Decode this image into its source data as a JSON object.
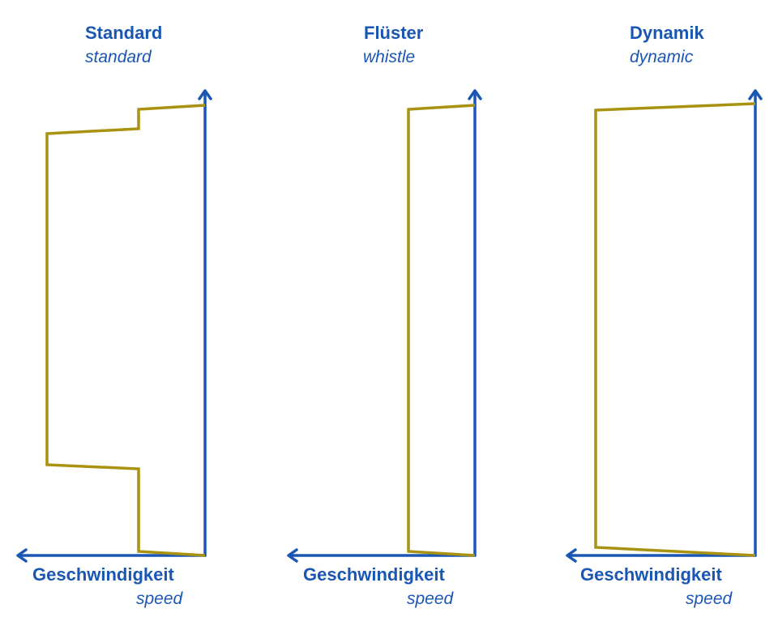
{
  "panels": [
    {
      "title": "Standard",
      "subtitle": "standard",
      "axis_label": "Geschwindigkeit",
      "axis_label_sub": "speed"
    },
    {
      "title": "Flüster",
      "subtitle": "whistle",
      "axis_label": "Geschwindigkeit",
      "axis_label_sub": "speed"
    },
    {
      "title": "Dynamik",
      "subtitle": "dynamic",
      "axis_label": "Geschwindigkeit",
      "axis_label_sub": "speed"
    }
  ],
  "colors": {
    "axis": "#1a56b3",
    "curve": "#a89210",
    "text": "#1a56b3"
  }
}
